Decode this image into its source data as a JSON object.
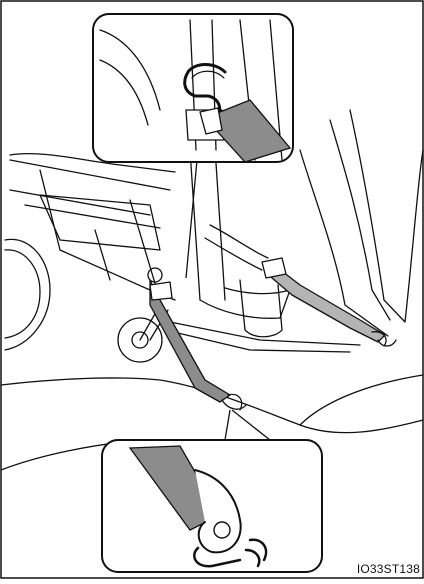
{
  "figure": {
    "id_code": "IO33ST138"
  },
  "colors": {
    "line": "#111111",
    "strap": "#8c8c8c",
    "strap_light": "#b4b4b4",
    "background": "#ffffff"
  },
  "illustration": {
    "main_scene": "wheelchair-tie-down-illustration",
    "callouts": [
      "hook-closeup-top",
      "hook-closeup-bottom"
    ]
  }
}
